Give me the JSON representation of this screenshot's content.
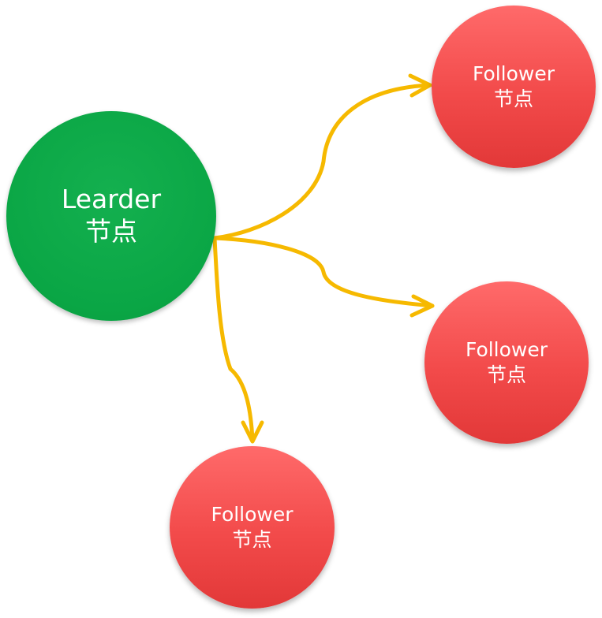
{
  "diagram": {
    "leader": {
      "title": "Learder",
      "subtitle": "节点",
      "color": "#0aa645"
    },
    "followers": [
      {
        "title": "Follower",
        "subtitle": "节点"
      },
      {
        "title": "Follower",
        "subtitle": "节点"
      },
      {
        "title": "Follower",
        "subtitle": "节点"
      }
    ],
    "follower_color": "#f24a4a",
    "arrow_color": "#f6b900"
  }
}
